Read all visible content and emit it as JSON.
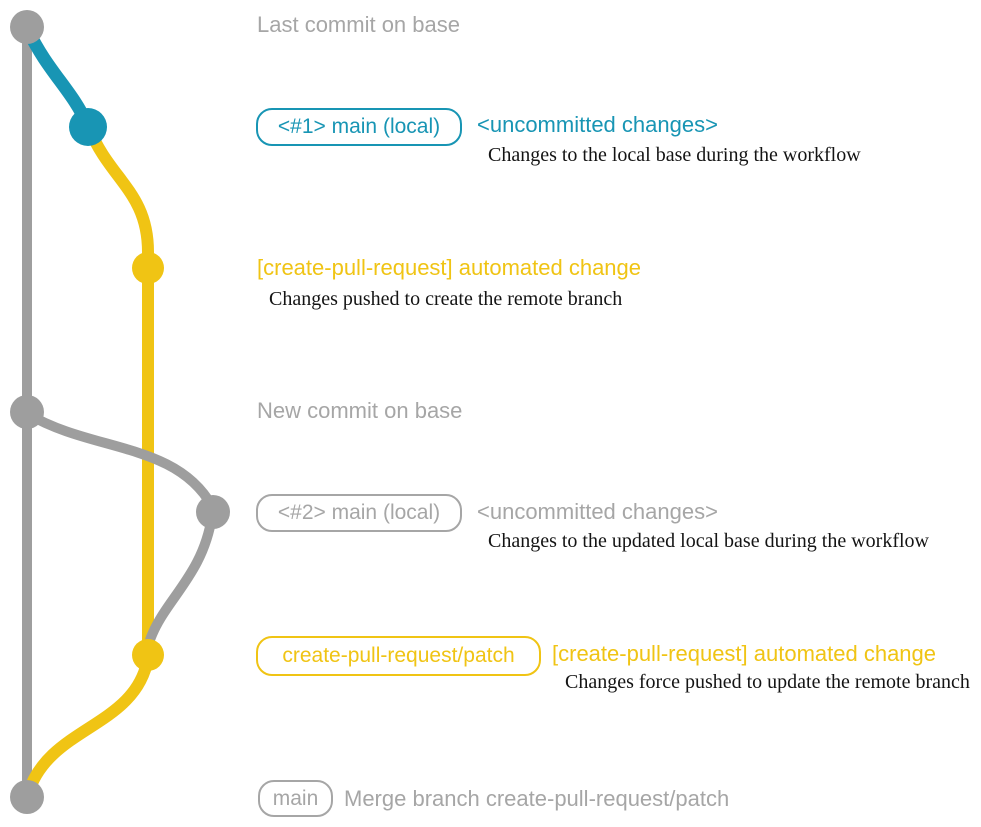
{
  "colors": {
    "gray_line": "#9E9E9E",
    "gray_text": "#A6A6A6",
    "teal": "#1895B4",
    "yellow": "#F0C414",
    "desc_text": "#141414"
  },
  "graph": {
    "nodes": [
      {
        "id": "last-commit-on-base",
        "color": "gray"
      },
      {
        "id": "local-main-1",
        "color": "teal"
      },
      {
        "id": "remote-patch-commit-1",
        "color": "yellow"
      },
      {
        "id": "new-commit-on-base",
        "color": "gray"
      },
      {
        "id": "local-main-2",
        "color": "gray"
      },
      {
        "id": "remote-patch-commit-2",
        "color": "yellow"
      },
      {
        "id": "merge-commit",
        "color": "gray"
      }
    ]
  },
  "rows": {
    "last_commit": {
      "title": "Last commit on base"
    },
    "local_main_1": {
      "badge": "<#1> main (local)",
      "highlight": "<uncommitted changes>",
      "desc": "Changes to the local base during the workflow"
    },
    "automated_change_1": {
      "title": "[create-pull-request] automated change",
      "desc": "Changes pushed to create the remote branch"
    },
    "new_commit": {
      "title": "New commit on base"
    },
    "local_main_2": {
      "badge": "<#2> main (local)",
      "highlight": "<uncommitted changes>",
      "desc": "Changes to the updated local base during the workflow"
    },
    "patch_branch": {
      "badge": "create-pull-request/patch",
      "highlight": "[create-pull-request] automated change",
      "desc": "Changes force pushed to update the remote branch"
    },
    "merge": {
      "badge": "main",
      "title": "Merge branch create-pull-request/patch"
    }
  }
}
